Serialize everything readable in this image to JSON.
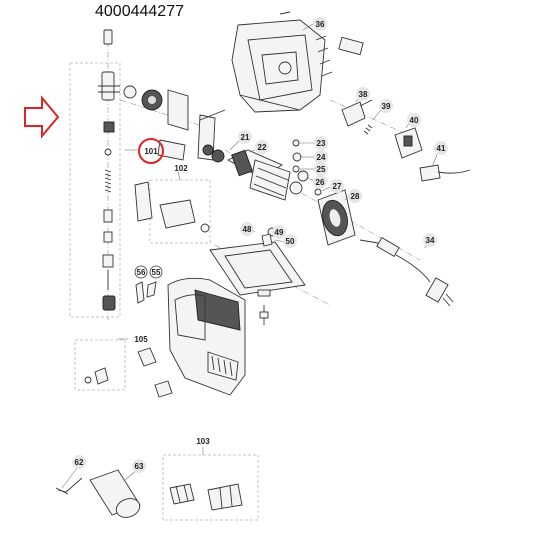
{
  "diagram": {
    "part_number": "4000444277",
    "highlighted_callout": "101",
    "colors": {
      "line": "#333333",
      "dashed_box": "#b9b9a7",
      "highlight": "#e02424",
      "arrow": "#e02424",
      "fill_light": "#f2f2f2"
    },
    "callouts": {
      "c36": "36",
      "c38": "38",
      "c39": "39",
      "c40": "40",
      "c41": "41",
      "c21": "21",
      "c22": "22",
      "c23": "23",
      "c24": "24",
      "c25": "25",
      "c26": "26",
      "c27": "27",
      "c28": "28",
      "c48": "48",
      "c49": "49",
      "c50": "50",
      "c34": "34",
      "c102": "102",
      "c101": "101",
      "c56": "56",
      "c55": "55",
      "c105": "105",
      "c103": "103",
      "c62": "62",
      "c63": "63"
    }
  }
}
